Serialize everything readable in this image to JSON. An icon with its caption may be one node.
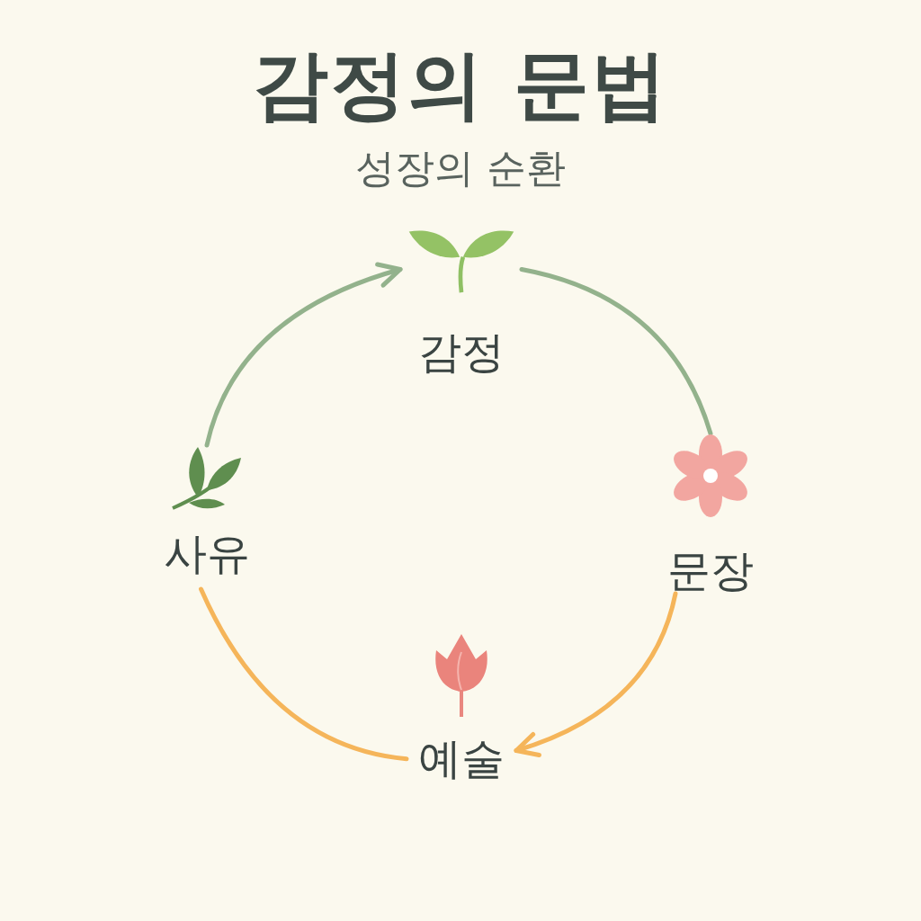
{
  "diagram": {
    "title": "감정의 문법",
    "caption": "성장의 순환",
    "nodes": [
      {
        "text": [
          "감정"
        ]
      },
      {
        "text": [
          "문장"
        ]
      },
      {
        "text": [
          "예술"
        ]
      },
      {
        "text": [
          "사유"
        ]
      }
    ],
    "edges": [
      {
        "from": 0,
        "to": 1,
        "arrow": "none"
      },
      {
        "from": 1,
        "to": 2,
        "arrow": "to",
        "color": "#f5b55a"
      },
      {
        "from": 2,
        "to": 3,
        "arrow": "none",
        "color": "#f5b55a"
      },
      {
        "from": 3,
        "to": 0,
        "arrow": "to"
      }
    ]
  }
}
